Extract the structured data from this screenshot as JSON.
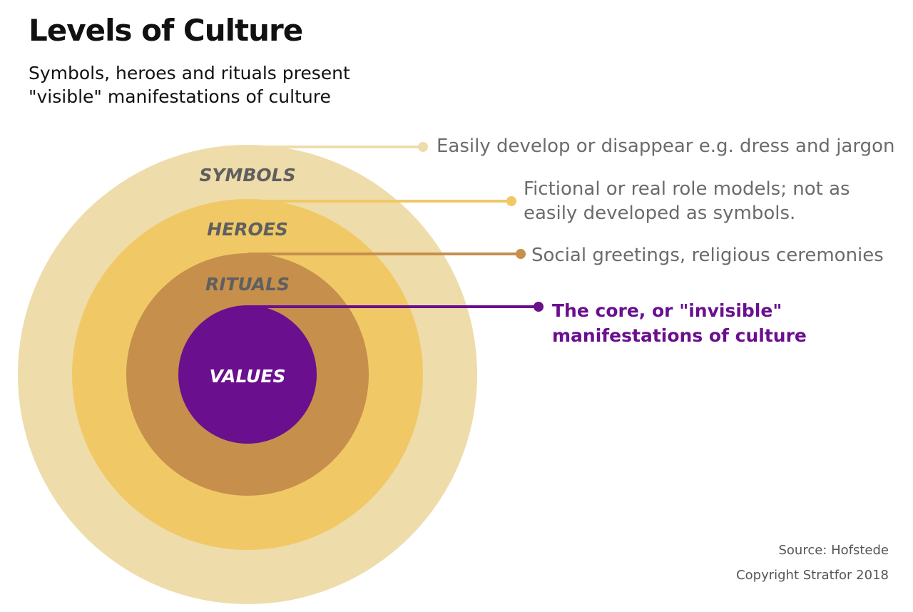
{
  "header": {
    "title": "Levels of Culture",
    "subtitle_line1": "Symbols, heroes and rituals present",
    "subtitle_line2": "\"visible\" manifestations of culture"
  },
  "layers": [
    {
      "id": "symbols",
      "label": "SYMBOLS",
      "color": "#eedcaa",
      "label_color": "#5f5f5f",
      "description": [
        "Easily develop or disappear e.g. dress and jargon"
      ]
    },
    {
      "id": "heroes",
      "label": "HEROES",
      "color": "#f0c966",
      "label_color": "#5f5f5f",
      "description": [
        "Fictional or real role models; not as",
        "easily developed as symbols."
      ]
    },
    {
      "id": "rituals",
      "label": "RITUALS",
      "color": "#c68f4c",
      "label_color": "#5f5f5f",
      "description": [
        "Social greetings, religious ceremonies"
      ]
    },
    {
      "id": "values",
      "label": "VALUES",
      "color": "#6a0f8e",
      "label_color": "#ffffff",
      "description": [
        "The core, or \"invisible\"",
        "manifestations of culture"
      ]
    }
  ],
  "footer": {
    "source": "Source: Hofstede",
    "copyright": "Copyright Stratfor 2018"
  }
}
